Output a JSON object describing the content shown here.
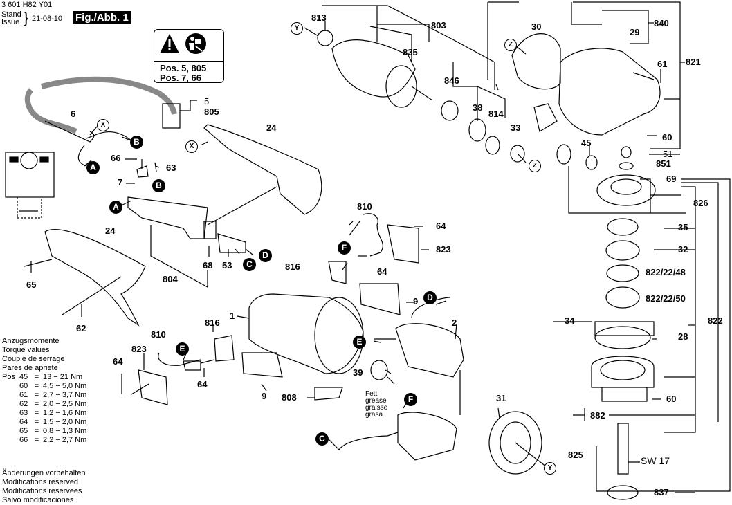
{
  "header": {
    "part_number": "3 601 H82 Y01",
    "stand_label": "Stand",
    "issue_label": "Issue",
    "date": "21-08-10",
    "figure_label": "Fig./Abb. 1"
  },
  "warning_box": {
    "icons": [
      "warning-triangle-icon",
      "read-manual-icon"
    ],
    "lines": [
      "Pos. 5, 805",
      "Pos. 7, 66"
    ]
  },
  "torque_table": {
    "titles": [
      "Anzugsmomente",
      "Torque values",
      "Couple de serrage",
      "Pares de apriete"
    ],
    "pos_label": "Pos",
    "rows": [
      {
        "pos": "45",
        "eq": "=",
        "value": "13 − 21 Nm"
      },
      {
        "pos": "60",
        "eq": "=",
        "value": "4,5 − 5,0 Nm"
      },
      {
        "pos": "61",
        "eq": "=",
        "value": "2,7 − 3,7 Nm"
      },
      {
        "pos": "62",
        "eq": "=",
        "value": "2,0 − 2,5 Nm"
      },
      {
        "pos": "63",
        "eq": "=",
        "value": "1,2 − 1,6 Nm"
      },
      {
        "pos": "64",
        "eq": "=",
        "value": "1,5 − 2,0 Nm"
      },
      {
        "pos": "65",
        "eq": "=",
        "value": "0,8 − 1,3 Nm"
      },
      {
        "pos": "66",
        "eq": "=",
        "value": "2,2 − 2,7 Nm"
      }
    ]
  },
  "footer_notes": [
    "Änderungen vorbehalten",
    "Modifications reserved",
    "Modifications reservees",
    "Salvo modificaciones"
  ],
  "grease_note": [
    "Fett",
    "grease",
    "graisse",
    "grasa"
  ],
  "sw_note": "SW 17",
  "part_labels": {
    "p813": "813",
    "p803": "803",
    "p835": "835",
    "p846": "846",
    "p38": "38",
    "p814": "814",
    "p33": "33",
    "p30": "30",
    "p840": "840",
    "p29": "29",
    "p821": "821",
    "p61": "61",
    "p60a": "60",
    "p51": "51",
    "p851": "851",
    "p45": "45",
    "p69": "69",
    "p826": "826",
    "p35": "35",
    "p32": "32",
    "p822_22_48": "822/22/48",
    "p822_22_50": "822/22/50",
    "p822": "822",
    "p34": "34",
    "p28": "28",
    "p60b": "60",
    "p882": "882",
    "p825": "825",
    "p837": "837",
    "p5": "5",
    "p805": "805",
    "p6": "6",
    "p24a": "24",
    "p66": "66",
    "p63": "63",
    "p7": "7",
    "p24b": "24",
    "p65": "65",
    "p62": "62",
    "p804": "804",
    "p68": "68",
    "p53": "53",
    "p810a": "810",
    "p64a": "64",
    "p823a": "823",
    "p816a": "816",
    "p64b": "64",
    "p9a": "9",
    "p1": "1",
    "p816b": "816",
    "p810b": "810",
    "p823b": "823",
    "p64c": "64",
    "p64d": "64",
    "p9b": "9",
    "p808": "808",
    "p39": "39",
    "p2": "2",
    "p31": "31"
  },
  "connector_markers": {
    "outline": {
      "X1": "X",
      "X2": "X",
      "Y1": "Y",
      "Y2": "Y",
      "Z1": "Z",
      "Z2": "Z"
    },
    "filled": {
      "A1": "A",
      "A2": "A",
      "B1": "B",
      "B2": "B",
      "C1": "C",
      "C2": "C",
      "D1": "D",
      "D2": "D",
      "E1": "E",
      "E2": "E",
      "F1": "F",
      "F2": "F"
    }
  }
}
